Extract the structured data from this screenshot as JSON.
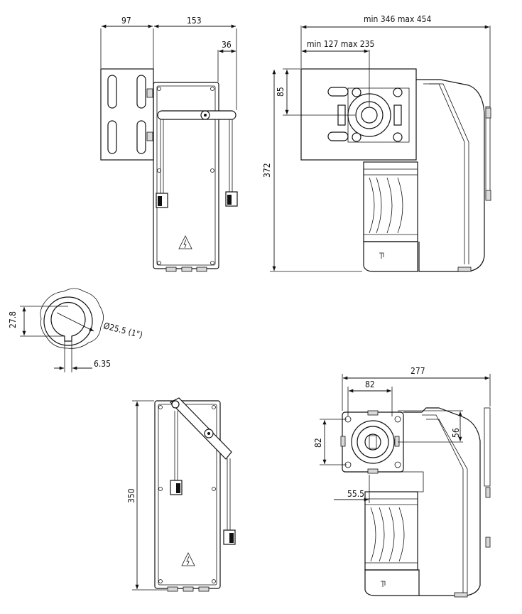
{
  "dimensions": {
    "side_width": "97",
    "body_width": "153",
    "offset_small": "36",
    "span_total": "min 346 max 454",
    "span_inner": "min 127 max 235",
    "top_85": "85",
    "height_total": "372",
    "shaft_key": "27.8",
    "shaft_diameter": "Ø25.5 (1\")",
    "key_width": "6.35",
    "height_box": "350",
    "width_bottom": "277",
    "bracket_82_h": "82",
    "bracket_82_v": "82",
    "offset_56": "56",
    "offset_55_5": "55.5"
  },
  "icons": {
    "warning": "high-voltage-warning-icon"
  },
  "colors": {
    "line": "#111111",
    "background": "#ffffff"
  }
}
